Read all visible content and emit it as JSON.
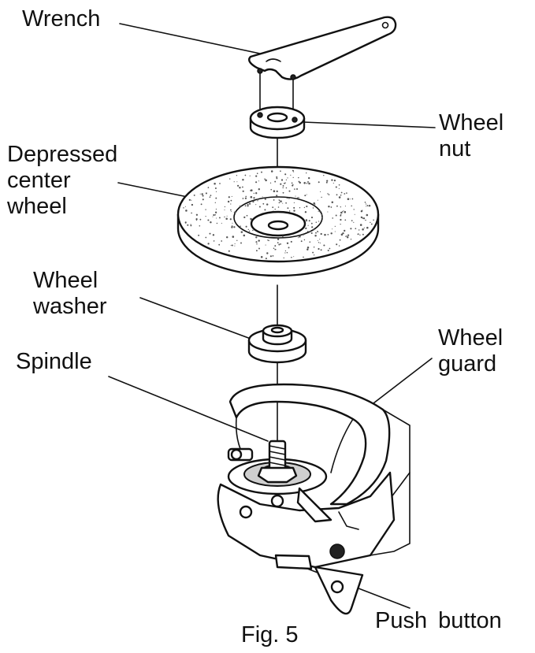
{
  "figure": {
    "caption": "Fig. 5",
    "labels": {
      "wrench": [
        "Wrench"
      ],
      "wheel_nut": [
        "Wheel",
        "nut"
      ],
      "depressed_center_wheel": [
        "Depressed",
        "center",
        "wheel"
      ],
      "wheel_washer": [
        "Wheel",
        "washer"
      ],
      "wheel_guard": [
        "Wheel",
        "guard"
      ],
      "spindle": [
        "Spindle"
      ],
      "push_button": [
        "Push button"
      ]
    }
  }
}
